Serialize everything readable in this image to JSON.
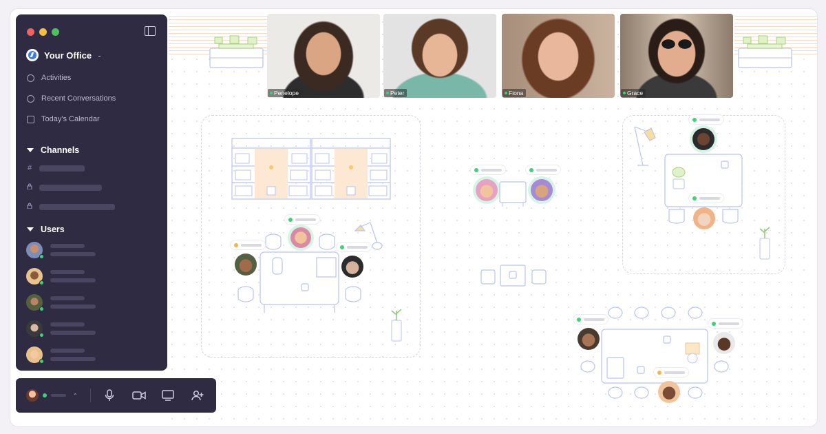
{
  "window": {
    "traffic_lights": [
      "#f2615e",
      "#f7bf3c",
      "#49c25a"
    ]
  },
  "sidebar": {
    "office": {
      "title": "Your Office",
      "icon": "office-logo-icon"
    },
    "nav": [
      {
        "label": "Activities",
        "icon": "refresh-icon"
      },
      {
        "label": "Recent Conversations",
        "icon": "clock-icon"
      },
      {
        "label": "Today's Calendar",
        "icon": "calendar-icon"
      }
    ],
    "channels_heading": "Channels",
    "channels": [
      {
        "glyph": "#",
        "kind": "public"
      },
      {
        "glyph": "🔒",
        "kind": "private"
      },
      {
        "glyph": "🔒",
        "kind": "private"
      }
    ],
    "users_heading": "Users",
    "user_count": 5
  },
  "video_tiles": [
    {
      "name": "Penelope",
      "status_color": "#3fd17a"
    },
    {
      "name": "Peter",
      "status_color": "#3fd17a"
    },
    {
      "name": "Fiona",
      "status_color": "#3fd17a"
    },
    {
      "name": "Grace",
      "status_color": "#3fd17a"
    }
  ],
  "controls": [
    {
      "name": "microphone-icon"
    },
    {
      "name": "camera-icon"
    },
    {
      "name": "screen-share-icon"
    },
    {
      "name": "add-user-icon"
    }
  ],
  "colors": {
    "sidebar_bg": "#2f2b43",
    "online": "#3fd17a",
    "away": "#f4b54a",
    "room_line": "#b9c3f0"
  }
}
